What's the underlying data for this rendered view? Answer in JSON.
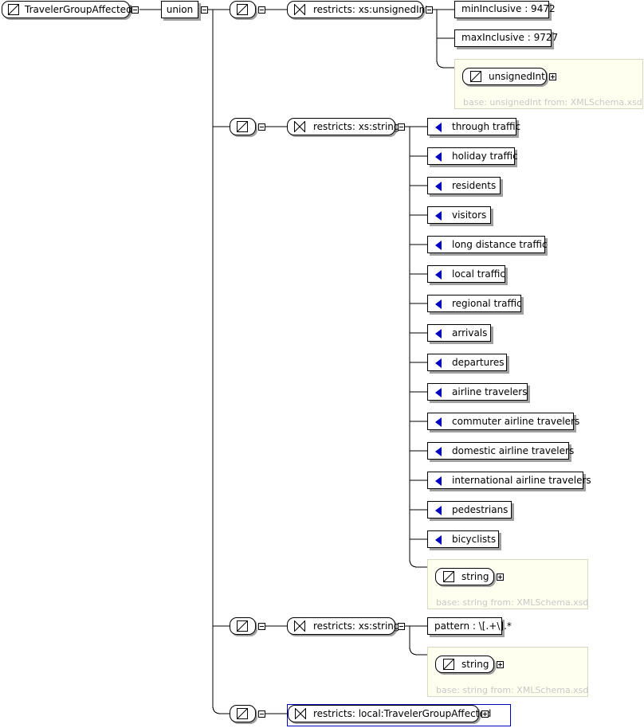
{
  "root": {
    "label": "TravelerGroupAffected"
  },
  "union": {
    "label": "union"
  },
  "restriction1": {
    "label": "restricts: xs:unsignedInt",
    "facets": [
      "minInclusive : 9472",
      "maxInclusive : 9727"
    ],
    "base_type": "unsignedInt",
    "base_note": "base: unsignedInt from: XMLSchema.xsd"
  },
  "restriction2": {
    "label": "restricts: xs:string",
    "enumerations": [
      "through traffic",
      "holiday traffic",
      "residents",
      "visitors",
      "long distance traffic",
      "local traffic",
      "regional traffic",
      "arrivals",
      "departures",
      "airline travelers",
      "commuter airline travelers",
      "domestic airline travelers",
      "international airline travelers",
      "pedestrians",
      "bicyclists"
    ],
    "base_type": "string",
    "base_note": "base: string from: XMLSchema.xsd"
  },
  "restriction3": {
    "label": "restricts: xs:string",
    "facets": [
      "pattern : \\[.+\\].*"
    ],
    "base_type": "string",
    "base_note": "base: string from: XMLSchema.xsd"
  },
  "restriction4": {
    "label": "restricts: local:TravelerGroupAffected"
  },
  "colors": {
    "enum_marker": "#0000c0",
    "panel_bg": "#fffff0",
    "selection": "#0000c0"
  }
}
